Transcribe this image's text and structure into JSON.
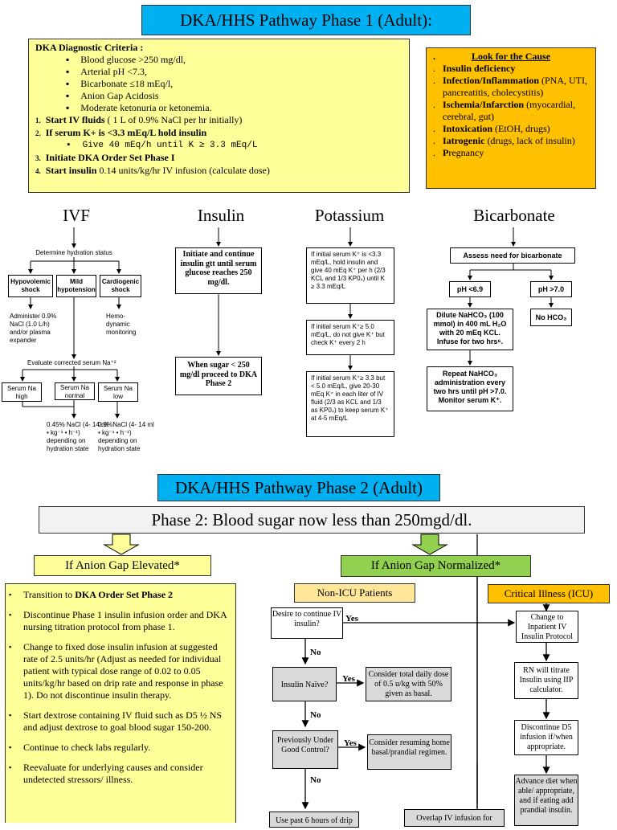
{
  "phase1": {
    "title": "DKA/HHS Pathway Phase 1 (Adult):",
    "criteria_title": "DKA Diagnostic Criteria :",
    "criteria": [
      "Blood glucose >250 mg/dl,",
      "Arterial pH <7.3,",
      "Bicarbonate ≤18 mEq/l,",
      "Anion Gap Acidosis",
      "Moderate ketonuria or ketonemia."
    ],
    "steps": [
      {
        "num": "1.",
        "bold": "Start IV fluids",
        "rest": " ( 1 L of 0.9% NaCl per hr initially)"
      },
      {
        "num": "2.",
        "bold": "If serum K+ is <3.3 mEq/L hold insulin",
        "rest": ""
      },
      {
        "num": "3.",
        "bold": "Initiate DKA Order Set Phase I",
        "rest": ""
      },
      {
        "num": "4.",
        "bold": "Start insulin",
        "rest": " 0.14 units/kg/hr IV infusion (calculate dose)"
      }
    ],
    "step2_sub": "Give 40 mEq/h until K ≥ 3.3 mEq/L",
    "cause": {
      "title": "Look for the Cause",
      "items": [
        {
          "bold": "Insulin deficiency",
          "rest": ""
        },
        {
          "bold": "Infection/Inflammation",
          "rest": " (PNA, UTI, pancreatitis, cholecystitis)"
        },
        {
          "bold": "Ischemia/Infarction",
          "rest": " (myocardial, cerebral, gut)"
        },
        {
          "bold": "Intoxication",
          "rest": " (EtOH, drugs)"
        },
        {
          "bold": "Iatrogenic",
          "rest": " (drugs, lack of insulin)"
        },
        {
          "bold": "P",
          "rest": "regnancy"
        }
      ]
    },
    "headers": {
      "ivf": "IVF",
      "insulin": "Insulin",
      "potassium": "Potassium",
      "bicarbonate": "Bicarbonate"
    },
    "ivf": {
      "determine": "Determine hydration status",
      "hypo": "Hypovolemic shock",
      "mild": "Mild hypotension",
      "cardio": "Cardiogenic shock",
      "administer": "Administer 0.9% NaCl (1.0 L/h) and/or plasma expander",
      "hemo": "Hemo- dynamic monitoring",
      "evaluate": "Evaluate corrected serum Na⁺²",
      "na_high": "Serum Na high",
      "na_normal": "Serum Na normal",
      "na_low": "Serum Na low",
      "half_nacl": "0.45% NaCl (4- 14 ml • kg⁻¹ • h⁻¹) depending on hydration state",
      "full_nacl": "0.9%NaCl (4- 14 ml • kg⁻¹ • h⁻¹) depending on hydration state"
    },
    "insulin": {
      "box1": "Initiate and continue insulin gtt until serum glucose reaches 250 mg/dl.",
      "box2": "When sugar < 250 mg/dl proceed to DKA Phase 2"
    },
    "potassium": {
      "box1": "If initial serum K⁺ is <3.3 mEq/L, hold insulin and give 40 mEq K⁺ per h (2/3 KCL and 1/3 KP0₄) until K ≥ 3.3 mEq/L",
      "box2": "If initial serum K⁺≥ 5.0 mEq/L, do not give K⁺ but check K⁺ every 2 h",
      "box3": "If initial serum K⁺≥ 3.3 but < 5.0 mEq/L, give 20-30 mEq K⁺ in each liter of IV fluid (2/3 as KCL and 1/3 as KP0₄) to keep serum K⁺ at 4-5 mEq/L"
    },
    "bicarb": {
      "assess": "Assess need for bicarbonate",
      "ph_low": "pH <6.9",
      "ph_high": "pH >7.0",
      "dilute": "Dilute NaHCO₃ (100 mmol) in 400 mL H₂O with 20 mEq KCL. Infuse for two hrs⁶.",
      "no_hco3": "No HCO₃",
      "repeat": "Repeat NaHCO₃ administration every two hrs until pH >7.0. Monitor serum K⁺."
    }
  },
  "phase2": {
    "title": "DKA/HHS Pathway Phase 2 (Adult)",
    "banner": "Phase 2: Blood sugar now less than 250mgd/dl.",
    "elevated_label": "If Anion Gap Elevated*",
    "normalized_label": "If Anion Gap Normalized*",
    "elevated_items": [
      {
        "pre": "Transition to ",
        "bold": "DKA Order Set Phase 2",
        "post": ""
      },
      {
        "pre": "Discontinue Phase 1 insulin infusion order and DKA nursing titration protocol from phase 1.",
        "bold": "",
        "post": ""
      },
      {
        "pre": "Change to fixed dose insulin infusion at suggested rate of 2.5 units/hr (Adjust as needed for individual patient with typical dose range of 0.02 to 0.05 units/kg/hr based on drip rate and response in phase 1). Do not discontinue insulin therapy.",
        "bold": "",
        "post": ""
      },
      {
        "pre": "Start dextrose containing IV fluid such as D5 ½ NS and adjust dextrose to goal blood sugar 150-200.",
        "bold": "",
        "post": ""
      },
      {
        "pre": "Continue to check labs regularly.",
        "bold": "",
        "post": ""
      },
      {
        "pre": "Reevaluate for underlying causes and consider undetected stressors/ illness.",
        "bold": "",
        "post": ""
      }
    ],
    "non_icu": "Non-ICU Patients",
    "icu": "Critical Illness (ICU)",
    "desire": "Desire to continue IV insulin?",
    "yes": "Yes",
    "no": "No",
    "naive": "Insulin Naïve?",
    "consider_total": "Consider total daily dose of 0.5 u/kg with 50% given as basal.",
    "previously": "Previously Under Good Control?",
    "consider_resume": "Consider resuming home basal/prandial regimen.",
    "use_past": "Use past 6 hours of drip",
    "overlap": "Overlap IV infusion for",
    "change": "Change to Inpatient IV Insulin Protocol",
    "rn": "RN will titrate Insulin using IIP calculator.",
    "disc_d5": "Discontinue D5 infusion if/when appropriate.",
    "advance": "Advance diet when able/ appropriate, and if eating add prandial insulin."
  },
  "colors": {
    "title_bg": "#00b0f0",
    "yellow": "#ffff99",
    "gold": "#ffc000",
    "green": "#92d050",
    "gray": "#d9d9d9",
    "light_orange": "#ffe699"
  }
}
